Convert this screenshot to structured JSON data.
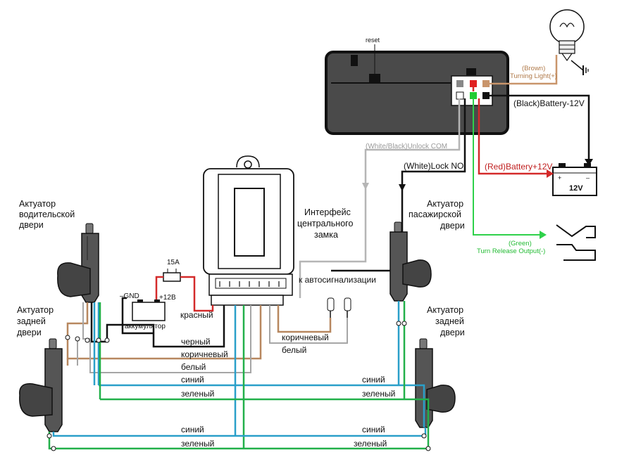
{
  "colors": {
    "black_wire": "#111111",
    "brown_wire": "#b7875f",
    "white_wire": "#a6a6a6",
    "blue_wire": "#2a9fc9",
    "green_wire": "#22b04a",
    "red_wire": "#d42a2a",
    "bright_green_wire": "#2ed14a",
    "module_fill": "#4a4a4a"
  },
  "alarm_module": {
    "reset_label": "reset"
  },
  "labels": {
    "brown_turn_color": "(Brown)",
    "brown_turn_label": "Turning Light(+)",
    "black_battery": "(Black)Battery-12V",
    "white_black_unlock": "(White/Black)Unlock COM",
    "white_lock": "(White)Lock NO",
    "red_battery": "(Red)Battery+12V",
    "battery_voltage": "12V",
    "green_color": "(Green)",
    "green_turn_release": "Turn Release Output(-)"
  },
  "interface": {
    "title_line1": "Интерфейс",
    "title_line2": "центрального",
    "title_line3": "замка",
    "to_alarm": "к автосигнализации"
  },
  "actuators": {
    "driver_line1": "Актуатор",
    "driver_line2": "водительской",
    "driver_line3": "двери",
    "passenger_line1": "Актуатор",
    "passenger_line2": "пасажирской",
    "passenger_line3": "двери",
    "rear_left_line1": "Актуатор",
    "rear_left_line2": "задней",
    "rear_left_line3": "двери",
    "rear_right_line1": "Актуатор",
    "rear_right_line2": "задней",
    "rear_right_line3": "двери"
  },
  "power": {
    "fuse": "15A",
    "gnd": "–GND",
    "plus12": "+12В",
    "battery": "аккумулятор"
  },
  "wires": {
    "red": "красный",
    "black": "черный",
    "brown_left": "коричневый",
    "white_left": "белый",
    "blue_left": "синий",
    "green_left": "зеленый",
    "brown_right": "коричневый",
    "white_right": "белый",
    "blue_mid": "синий",
    "green_mid": "зеленый",
    "blue_bottom": "синий",
    "green_bottom": "зеленый",
    "blue_bottom_right": "синий",
    "green_bottom_right": "зеленый"
  }
}
